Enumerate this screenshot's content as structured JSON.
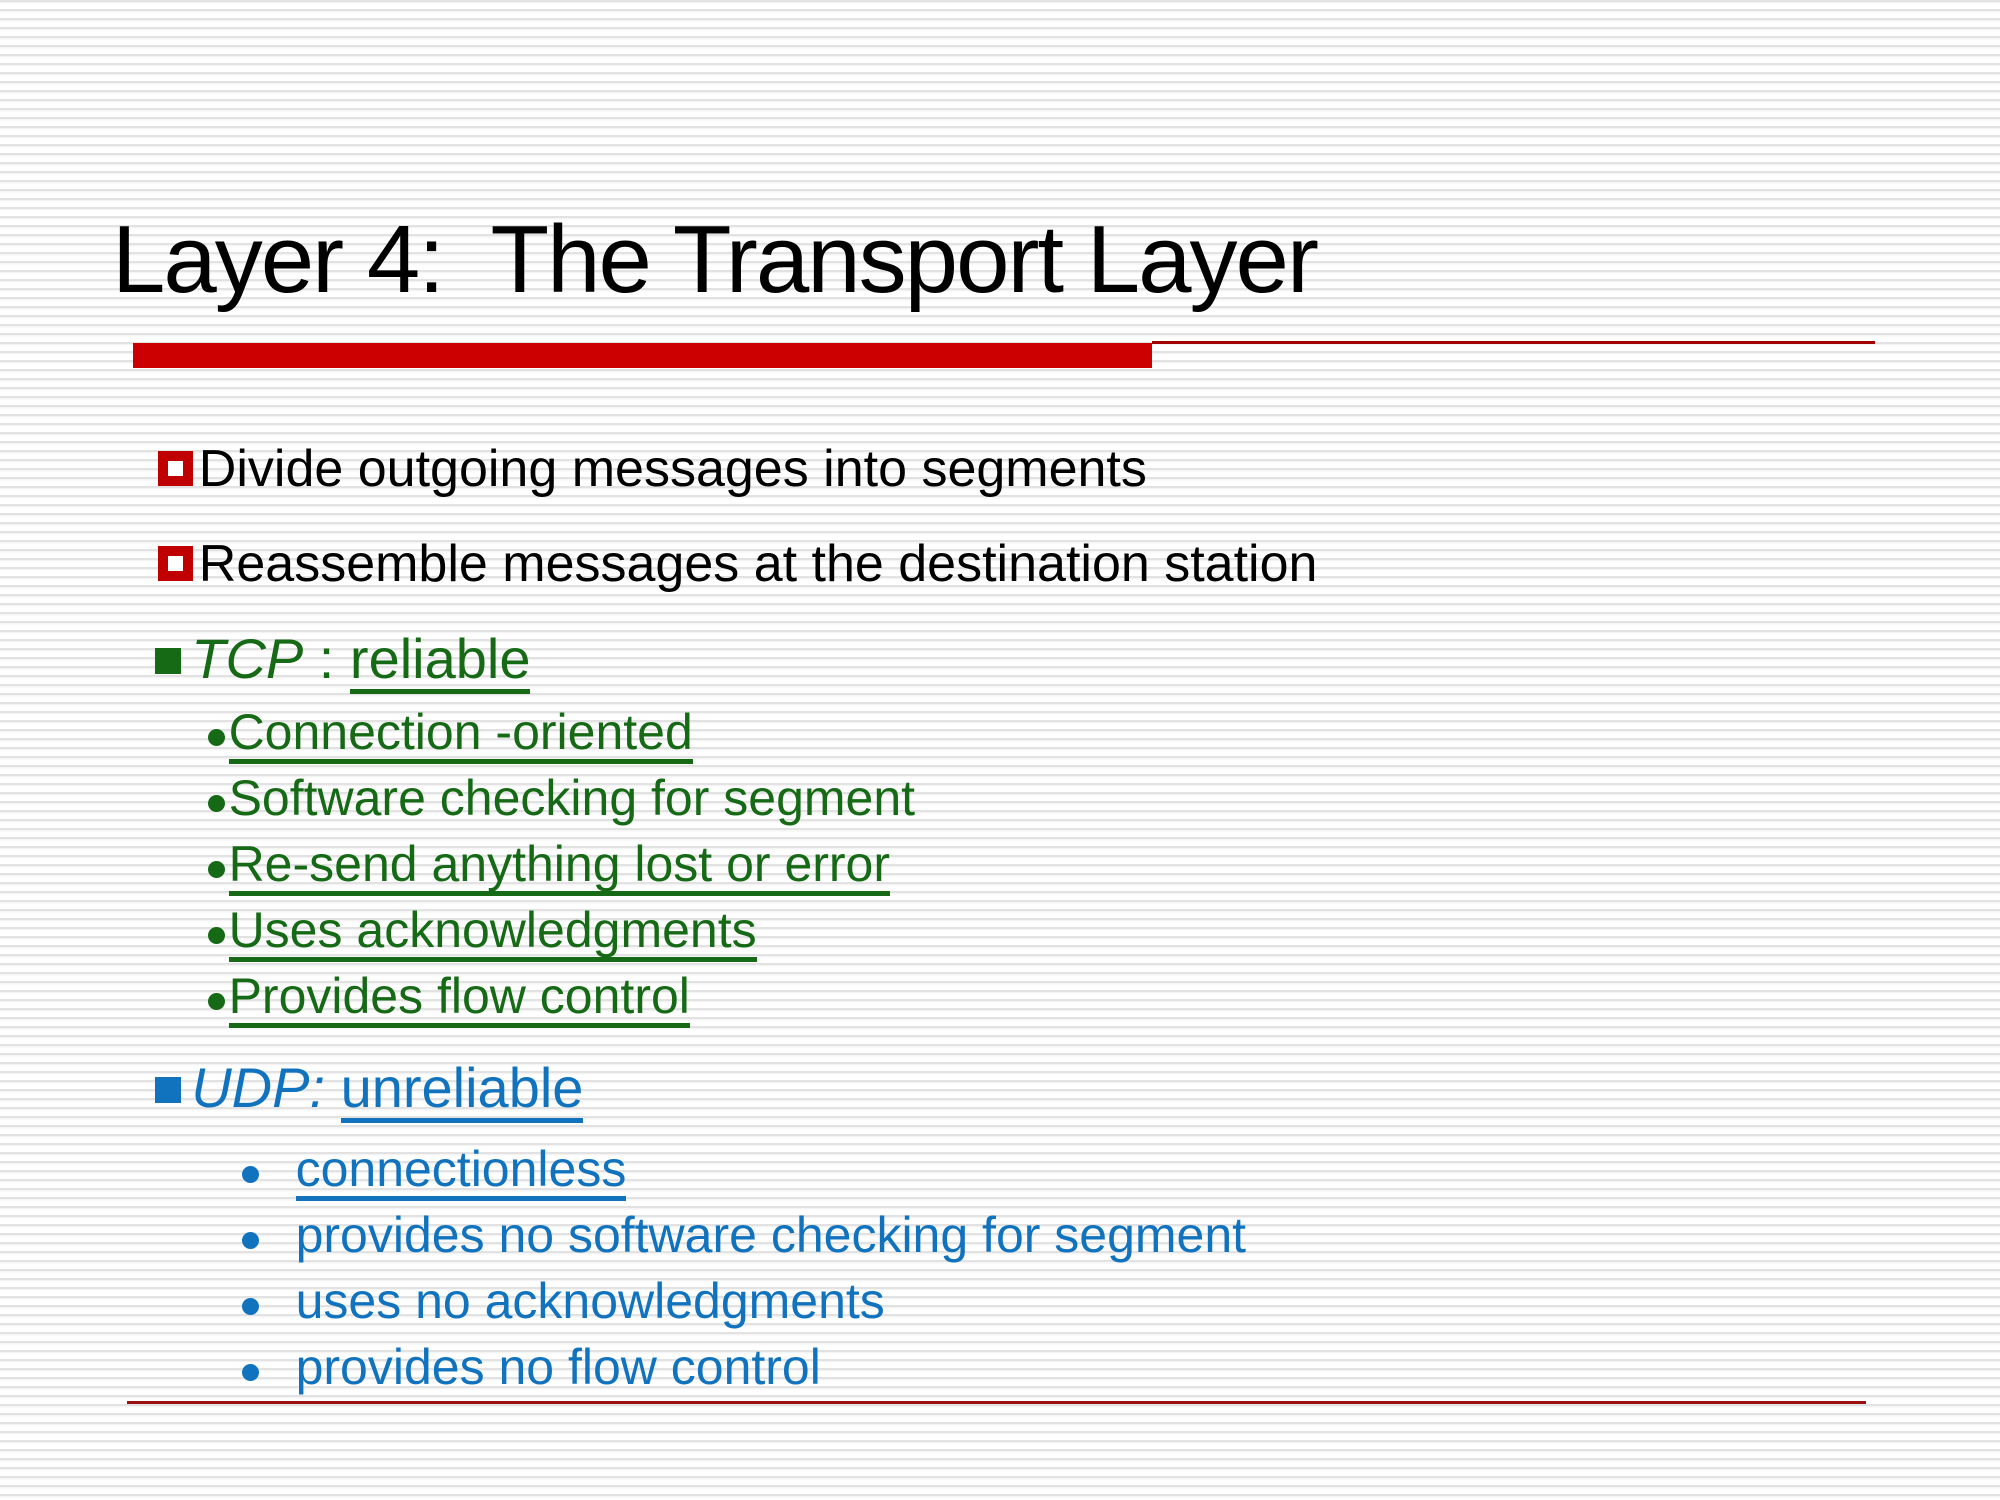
{
  "slide": {
    "title": "Layer 4:  The Transport Layer",
    "colors": {
      "accent_red": "#cc0000",
      "top_rule_red": "#a00000",
      "bottom_rule_red": "#991111",
      "tcp_green": "#166a16",
      "udp_blue": "#1173be",
      "text_black": "#000000",
      "stripe_gray": "#e2e2e2"
    },
    "top_bullets": [
      {
        "text": "Divide outgoing messages into segments"
      },
      {
        "text": "Reassemble messages at the destination station"
      }
    ],
    "tcp": {
      "protocol": "TCP",
      "separator": " : ",
      "keyword": "reliable",
      "items": [
        {
          "text": "Connection -oriented",
          "underline": true
        },
        {
          "text": "Software checking for segment",
          "underline": false
        },
        {
          "text": "Re-send anything lost or error",
          "underline": true
        },
        {
          "text": "Uses acknowledgments",
          "underline": true
        },
        {
          "text": "Provides flow control",
          "underline": true
        }
      ]
    },
    "udp": {
      "protocol": "UDP:",
      "separator": " ",
      "keyword": "unreliable",
      "items": [
        {
          "text": "connectionless",
          "underline": true
        },
        {
          "text": "provides no software checking for segment",
          "underline": false
        },
        {
          "text": "uses no acknowledgments",
          "underline": false
        },
        {
          "text": "provides no flow control",
          "underline": false
        }
      ]
    }
  }
}
